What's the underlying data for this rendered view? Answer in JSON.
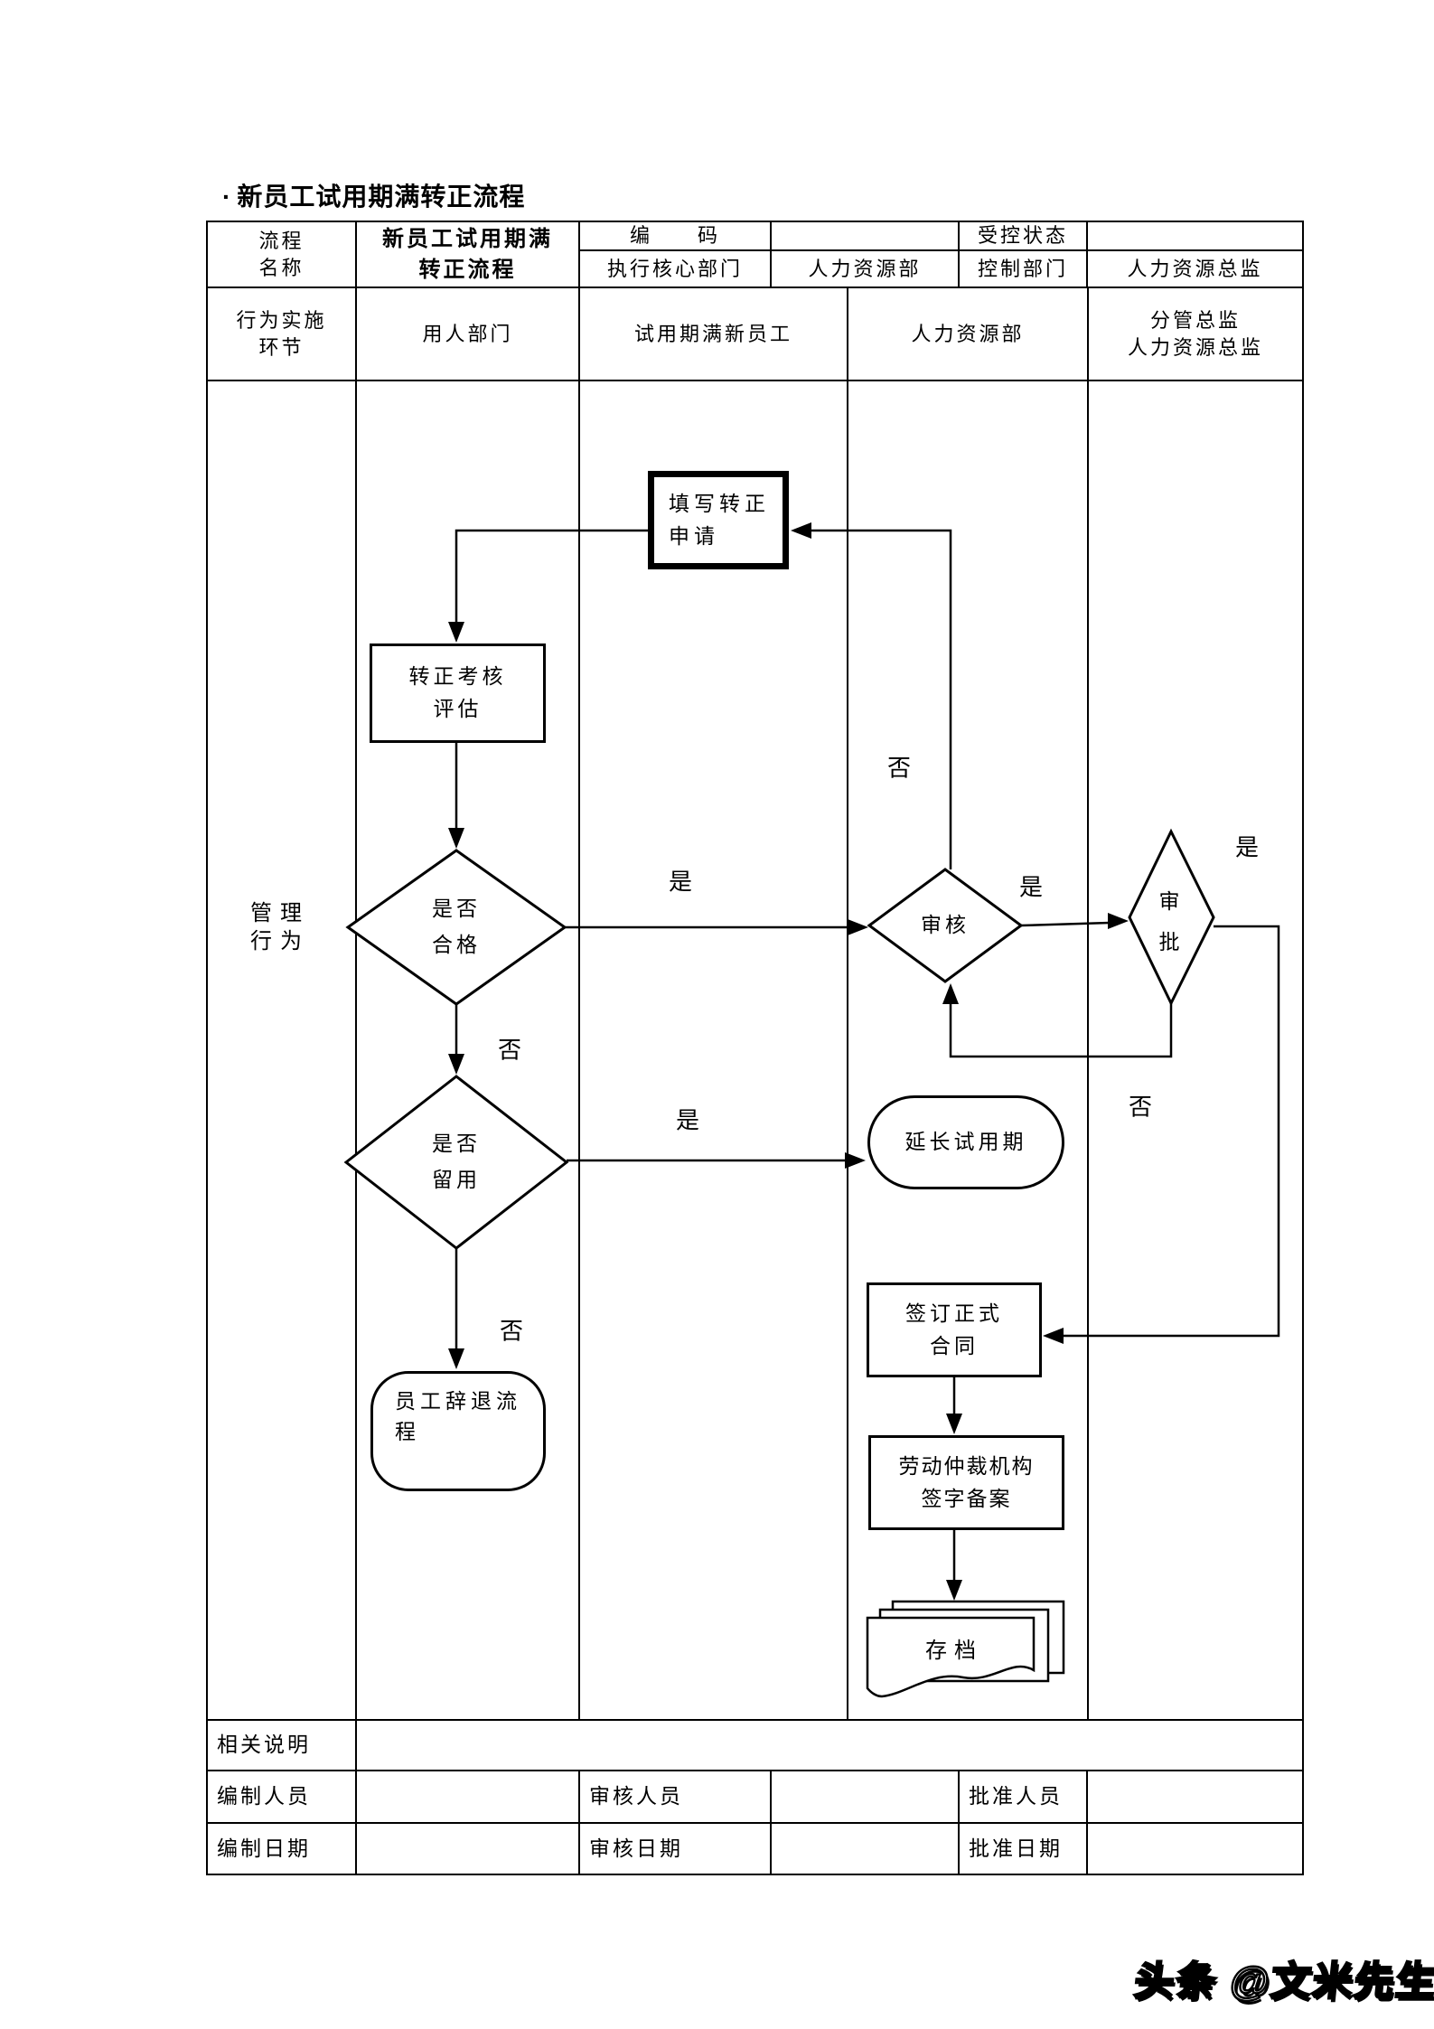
{
  "title": {
    "bullet": "·",
    "text": "新员工试用期满转正流程"
  },
  "watermark": "头条 @文米先生",
  "table": {
    "name_label": {
      "l1": "流程",
      "l2": "名称"
    },
    "name_value": {
      "l1": "新员工试用期满",
      "l2": "转正流程"
    },
    "code_label": "编　　码",
    "code_value": "",
    "controlled_label": "受控状态",
    "controlled_value": "",
    "exec_label": "执行核心部门",
    "exec_value": "人力资源部",
    "ctrl_dept_label": "控制部门",
    "ctrl_dept_value": "人力资源总监",
    "stage_label": {
      "l1": "行为实施",
      "l2": "环节"
    },
    "lanes": [
      "用人部门",
      "试用期满新员工",
      "人力资源部"
    ],
    "lane4": {
      "l1": "分管总监",
      "l2": "人力资源总监"
    },
    "row_header": {
      "l1": "管理",
      "l2": "行为"
    },
    "footer": {
      "notes_label": "相关说明",
      "notes_value": "",
      "prepared_label": "编制人员",
      "prepared_value": "",
      "reviewed_label": "审核人员",
      "reviewed_value": "",
      "approved_label": "批准人员",
      "approved_value": "",
      "prepared_date_label": "编制日期",
      "prepared_date_value": "",
      "reviewed_date_label": "审核日期",
      "reviewed_date_value": "",
      "approved_date_label": "批准日期",
      "approved_date_value": ""
    }
  },
  "flow": {
    "fill_application": {
      "l1": "填写转正",
      "l2": "申请"
    },
    "evaluation": {
      "l1": "转正考核",
      "l2": "评估"
    },
    "qualified": {
      "l1": "是否",
      "l2": "合格"
    },
    "retain": {
      "l1": "是否",
      "l2": "留用"
    },
    "review": "审核",
    "approve": {
      "l1": "审",
      "l2": "批"
    },
    "extend": "延长试用期",
    "contract": {
      "l1": "签订正式",
      "l2": "合同"
    },
    "arbitration": {
      "l1": "劳动仲裁机构",
      "l2": "签字备案"
    },
    "archive": "存档",
    "dismissal": {
      "l1": "员工辞退流",
      "l2": "程"
    },
    "labels": {
      "yes1": "是",
      "yes2": "是",
      "yes3": "是",
      "yes4": "是",
      "no1": "否",
      "no2": "否",
      "no3": "否",
      "no4": "否"
    }
  }
}
